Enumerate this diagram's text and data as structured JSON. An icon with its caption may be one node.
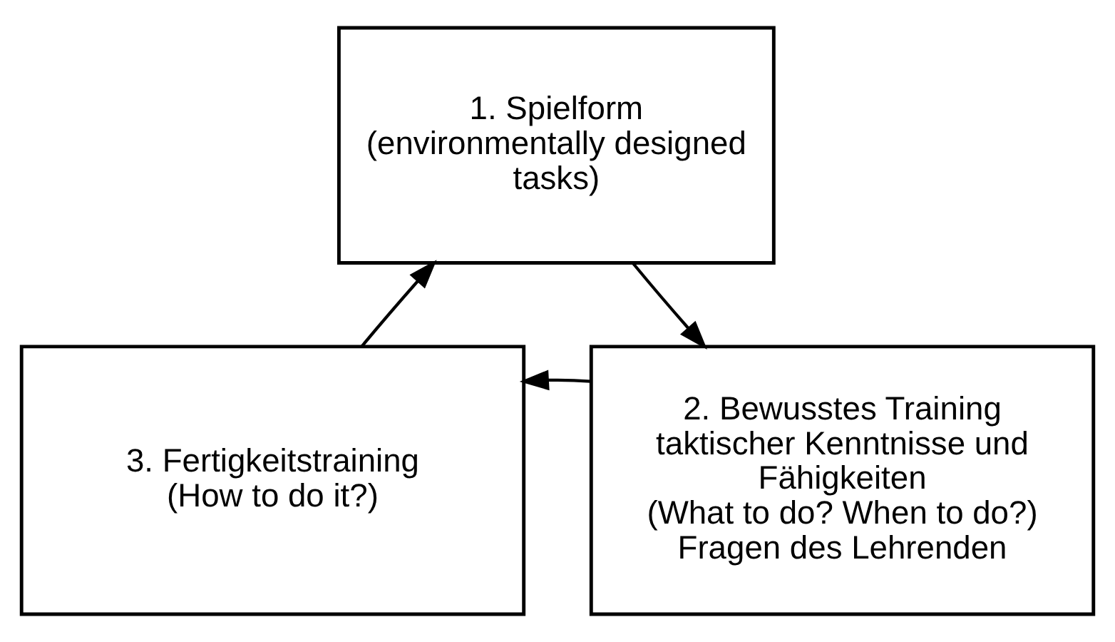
{
  "diagram": {
    "nodes": [
      {
        "text": [
          "1. Spielform",
          "(environmentally designed tasks)"
        ]
      },
      {
        "text": [
          "2. Bewusstes Training taktischer Kenntnisse und Fähigkeiten",
          "(What to do? When to do?)",
          "Fragen des Lehrenden"
        ]
      },
      {
        "text": [
          "3. Fertigkeitstraining",
          "(How to do it?)"
        ]
      }
    ],
    "edges": [
      {
        "from": 0,
        "to": 1,
        "arrow": "to"
      },
      {
        "from": 1,
        "to": 2,
        "arrow": "to"
      },
      {
        "from": 2,
        "to": 0,
        "arrow": "to"
      }
    ]
  }
}
